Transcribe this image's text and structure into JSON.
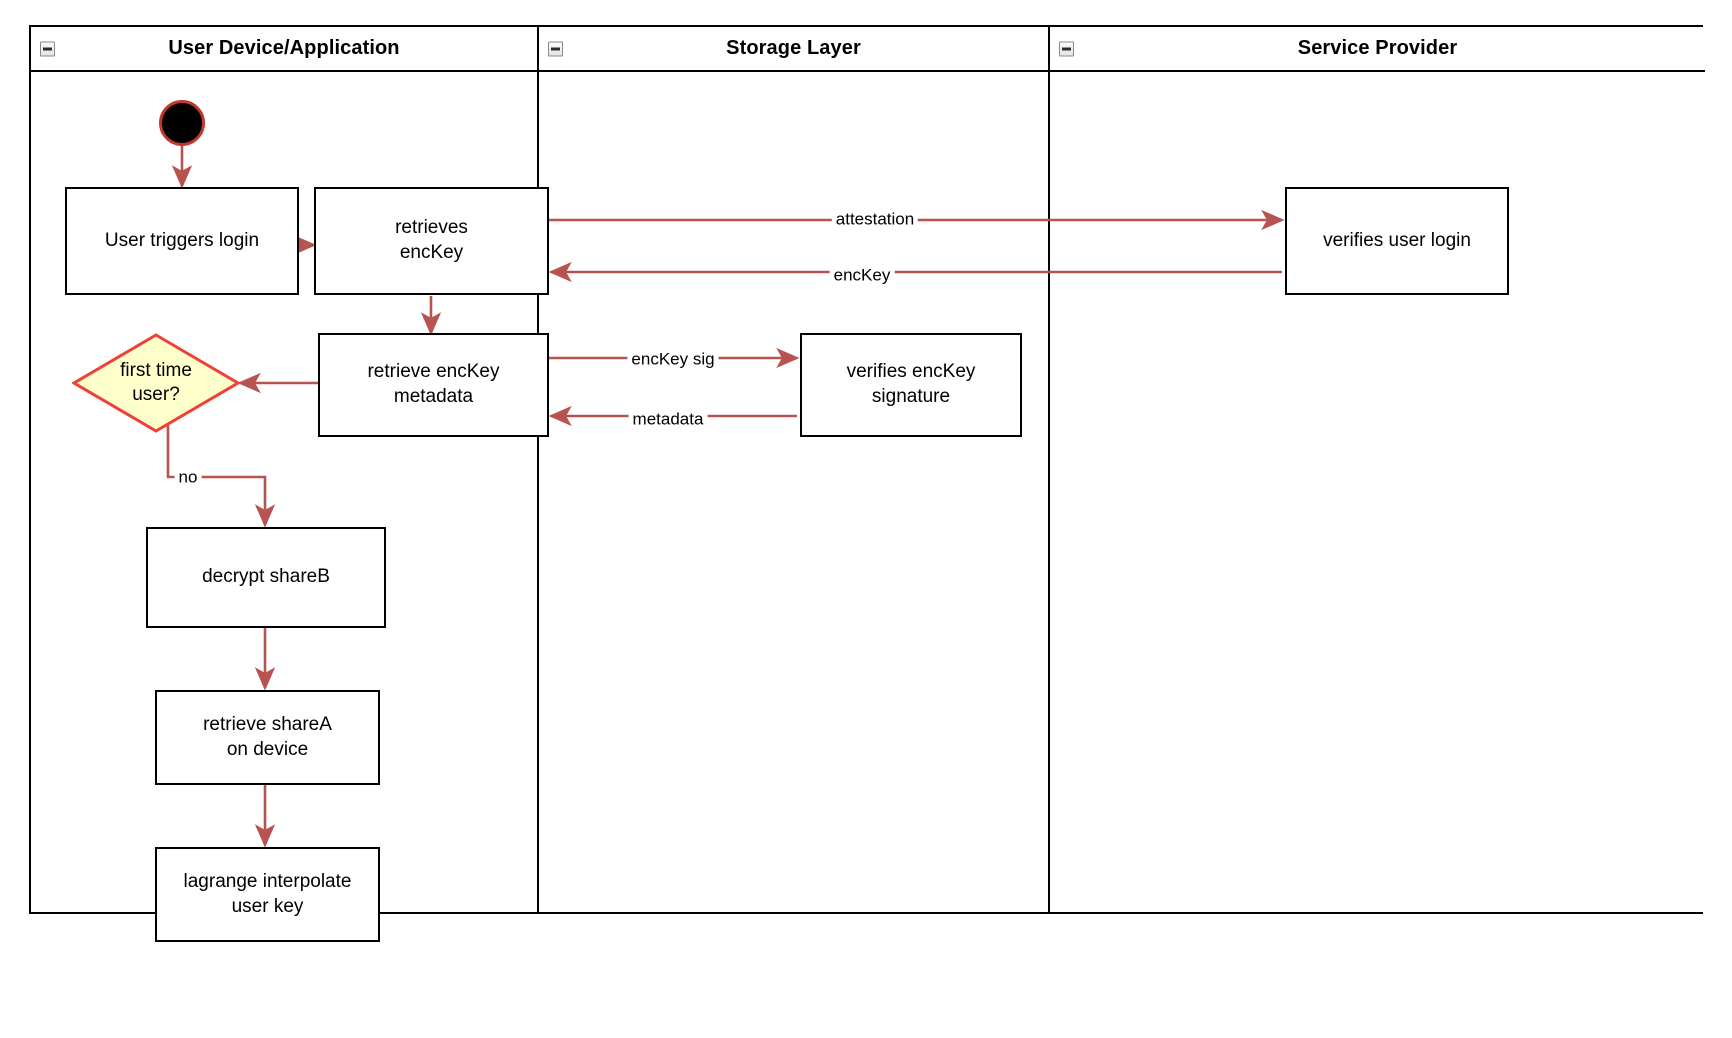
{
  "diagram": {
    "type": "swimlane-activity-diagram",
    "colors": {
      "edge": "#b85450",
      "decision_fill": "#ffffcc",
      "decision_stroke": "#ef4136",
      "node_stroke": "#000000",
      "node_fill": "#ffffff",
      "start_fill": "#000000",
      "start_stroke": "#c0392b",
      "lane_stroke": "#000000",
      "background": "#ffffff"
    },
    "lanes": [
      {
        "id": "lane-user-device",
        "title": "User Device/Application",
        "collapse_icon": "collapse-minus-icon"
      },
      {
        "id": "lane-storage-layer",
        "title": "Storage Layer",
        "collapse_icon": "collapse-minus-icon"
      },
      {
        "id": "lane-service-provider",
        "title": "Service Provider",
        "collapse_icon": "collapse-minus-icon"
      }
    ],
    "nodes": [
      {
        "id": "start",
        "shape": "initial-node",
        "lane": "lane-user-device",
        "label": ""
      },
      {
        "id": "user-triggers-login",
        "shape": "activity",
        "lane": "lane-user-device",
        "label": "User triggers login"
      },
      {
        "id": "retrieves-enckey",
        "shape": "activity",
        "lane": "lane-user-device",
        "label": "retrieves\nencKey",
        "line1": "retrieves",
        "line2": "encKey"
      },
      {
        "id": "retrieve-enckey-metadata",
        "shape": "activity",
        "lane": "lane-user-device",
        "label": "retrieve encKey\nmetadata",
        "line1": "retrieve encKey",
        "line2": "metadata"
      },
      {
        "id": "first-time-user",
        "shape": "decision",
        "lane": "lane-user-device",
        "label": "first time\nuser?",
        "line1": "first time",
        "line2": "user?"
      },
      {
        "id": "decrypt-shareb",
        "shape": "activity",
        "lane": "lane-user-device",
        "label": "decrypt shareB"
      },
      {
        "id": "retrieve-sharea-on-device",
        "shape": "activity",
        "lane": "lane-user-device",
        "label": "retrieve shareA\non device",
        "line1": "retrieve shareA",
        "line2": "on device"
      },
      {
        "id": "lagrange-interpolate-user-key",
        "shape": "activity",
        "lane": "lane-user-device",
        "label": "lagrange interpolate\nuser key",
        "line1": "lagrange interpolate",
        "line2": "user key"
      },
      {
        "id": "verifies-enckey-signature",
        "shape": "activity",
        "lane": "lane-storage-layer",
        "label": "verifies encKey\nsignature",
        "line1": "verifies encKey",
        "line2": "signature"
      },
      {
        "id": "verifies-user-login",
        "shape": "activity",
        "lane": "lane-service-provider",
        "label": "verifies user login"
      }
    ],
    "edges": [
      {
        "id": "e-start-login",
        "from": "start",
        "to": "user-triggers-login",
        "label": ""
      },
      {
        "id": "e-login-retrieves",
        "from": "user-triggers-login",
        "to": "retrieves-enckey",
        "label": ""
      },
      {
        "id": "e-attestation",
        "from": "retrieves-enckey",
        "to": "verifies-user-login",
        "label": "attestation"
      },
      {
        "id": "e-enckey",
        "from": "verifies-user-login",
        "to": "retrieves-enckey",
        "label": "encKey"
      },
      {
        "id": "e-retrieves-metadata",
        "from": "retrieves-enckey",
        "to": "retrieve-enckey-metadata",
        "label": ""
      },
      {
        "id": "e-enckey-sig",
        "from": "retrieve-enckey-metadata",
        "to": "verifies-enckey-signature",
        "label": "encKey sig"
      },
      {
        "id": "e-metadata",
        "from": "verifies-enckey-signature",
        "to": "retrieve-enckey-metadata",
        "label": "metadata"
      },
      {
        "id": "e-metadata-decision",
        "from": "retrieve-enckey-metadata",
        "to": "first-time-user",
        "label": ""
      },
      {
        "id": "e-no",
        "from": "first-time-user",
        "to": "decrypt-shareb",
        "label": "no"
      },
      {
        "id": "e-decrypt-retrieve",
        "from": "decrypt-shareb",
        "to": "retrieve-sharea-on-device",
        "label": ""
      },
      {
        "id": "e-retrieve-lagrange",
        "from": "retrieve-sharea-on-device",
        "to": "lagrange-interpolate-user-key",
        "label": ""
      }
    ]
  }
}
